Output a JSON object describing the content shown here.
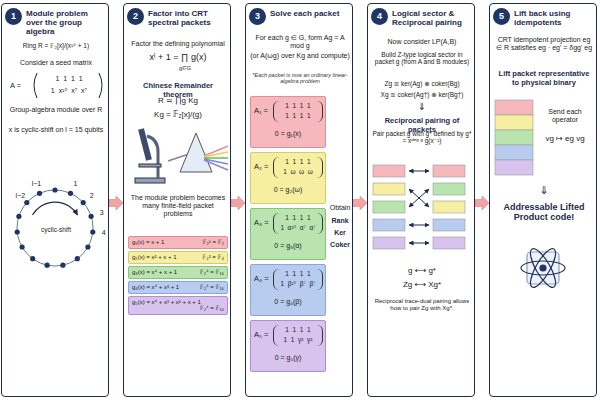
{
  "diagram": {
    "nodes": [
      {
        "text": [
          "Module problem over the group algebra"
        ]
      },
      {
        "text": [
          "1"
        ],
        "in": 0
      },
      {
        "text": [
          "Factor into CRT spectral packets"
        ]
      },
      {
        "text": [
          "2"
        ],
        "in": 2
      },
      {
        "text": [
          "g₁(x) = x + 1",
          "𝔽₂¹ = 𝔽₂"
        ],
        "in": 2
      },
      {
        "text": [
          "g₂(x) = x² + x + 1",
          "𝔽₂² = 𝔽₄"
        ],
        "in": 2
      },
      {
        "text": [
          "g₃(x) = x⁴ + x + 1",
          "𝔽₂⁴ = 𝔽₁₆"
        ],
        "in": 2
      },
      {
        "text": [
          "g₄(x) = x⁴ + x³ + 1",
          "𝔽₂⁴ = 𝔽₁₆"
        ],
        "in": 2
      },
      {
        "text": [
          "g₅(x) = x⁴ + x³ + x² + x + 1",
          "𝔽₂⁴ = 𝔽₁₆"
        ],
        "in": 2
      },
      {
        "text": [
          "Solve each packet"
        ]
      },
      {
        "text": [
          "3"
        ],
        "in": 9
      },
      {
        "text": [
          "A₁ =",
          "1  1  1  1",
          "1  1  1  1",
          "0 = g₁(x)"
        ],
        "in": 9
      },
      {
        "text": [
          "A₂ =",
          "1  1  1  1",
          "1  ω  ω  ω",
          "0 = g₂(ω)"
        ],
        "in": 9
      },
      {
        "text": [
          "A₃ =",
          "1  1  1  1",
          "1  α¹⁰  α⁷  α⁷",
          "0 = g₃(α)"
        ],
        "in": 9
      },
      {
        "text": [
          "A₄ =",
          "1  1  1  1",
          "1  β¹⁰  β⁷  β⁷",
          "0 = g₄(β)"
        ],
        "in": 9
      },
      {
        "text": [
          "A₅ =",
          "1  1  1  1",
          "1  1  γ²  γ²",
          "0 = g₅(γ)"
        ],
        "in": 9
      },
      {
        "text": [
          "Logical sector & Reciprocal pairing"
        ]
      },
      {
        "text": [
          "4"
        ],
        "in": 16
      },
      {
        "text": [
          "Lift back using idempotents"
        ]
      },
      {
        "text": [
          "5"
        ],
        "in": 18
      }
    ],
    "edges": [
      {
        "from": 0,
        "to": 2,
        "arrow": "to"
      },
      {
        "from": 2,
        "to": 9,
        "arrow": "to"
      },
      {
        "from": 9,
        "to": 16,
        "arrow": "to"
      },
      {
        "from": 16,
        "to": 18,
        "arrow": "to"
      }
    ],
    "labels": [
      "Ring  R = 𝔽₂[x]/(x¹⁵ + 1)",
      "Consider a seed matrix",
      "A =",
      "1  1  1  1",
      "1  x¹⁰  x⁷  x⁷",
      "Group-algebra module over R",
      "x is cyclic-shift on l = 15 qubits",
      "1",
      "2",
      "3",
      "4",
      "l−1",
      "l−2",
      "cyclic-shift",
      "Factor the defining polynomial",
      "xˡ + 1 = ∏ g(x)",
      "g∈G",
      "Chinese Remainder theorem",
      "R ≃ ∏g Kg",
      "Kg = 𝔽₂[x]/(g)",
      "The module problem becomes many finite-field packet problems",
      "For each g ∈ G, form Ag = A mod g",
      "(or A(ωg) over Kg and compute)",
      "*Each packet is now an ordinary linear-algebra problem",
      "Obtain",
      "Rank",
      "Ker",
      "Coker",
      "Now consider LP(A,B)",
      "Build Z-type logical sector in packet g (from A and B modules)",
      "Zg ≅ ker(Ag) ⊗ coker(Bg)",
      "Xg ≅ coker(Ag†) ⊗ ker(Bg†)",
      "⇓",
      "Reciprocal pairing of packets",
      "Pair packet g with g* defined by g* = xᵈᵉᵍ ᵍ g(x⁻¹)",
      "g ⟷ g*",
      "Zg ⟷ Xg*",
      "Reciprocal trace-dual pairing allows how to pair Zg with Xg*.",
      "CRT idempotent projection eg ∈ R satisfies eg · eg' = δgg' eg",
      "Lift packet representative to physical binary",
      "Send each operator",
      "vg ↦ eg vg",
      "⇓",
      "Addressable Lifted Product code!"
    ]
  }
}
